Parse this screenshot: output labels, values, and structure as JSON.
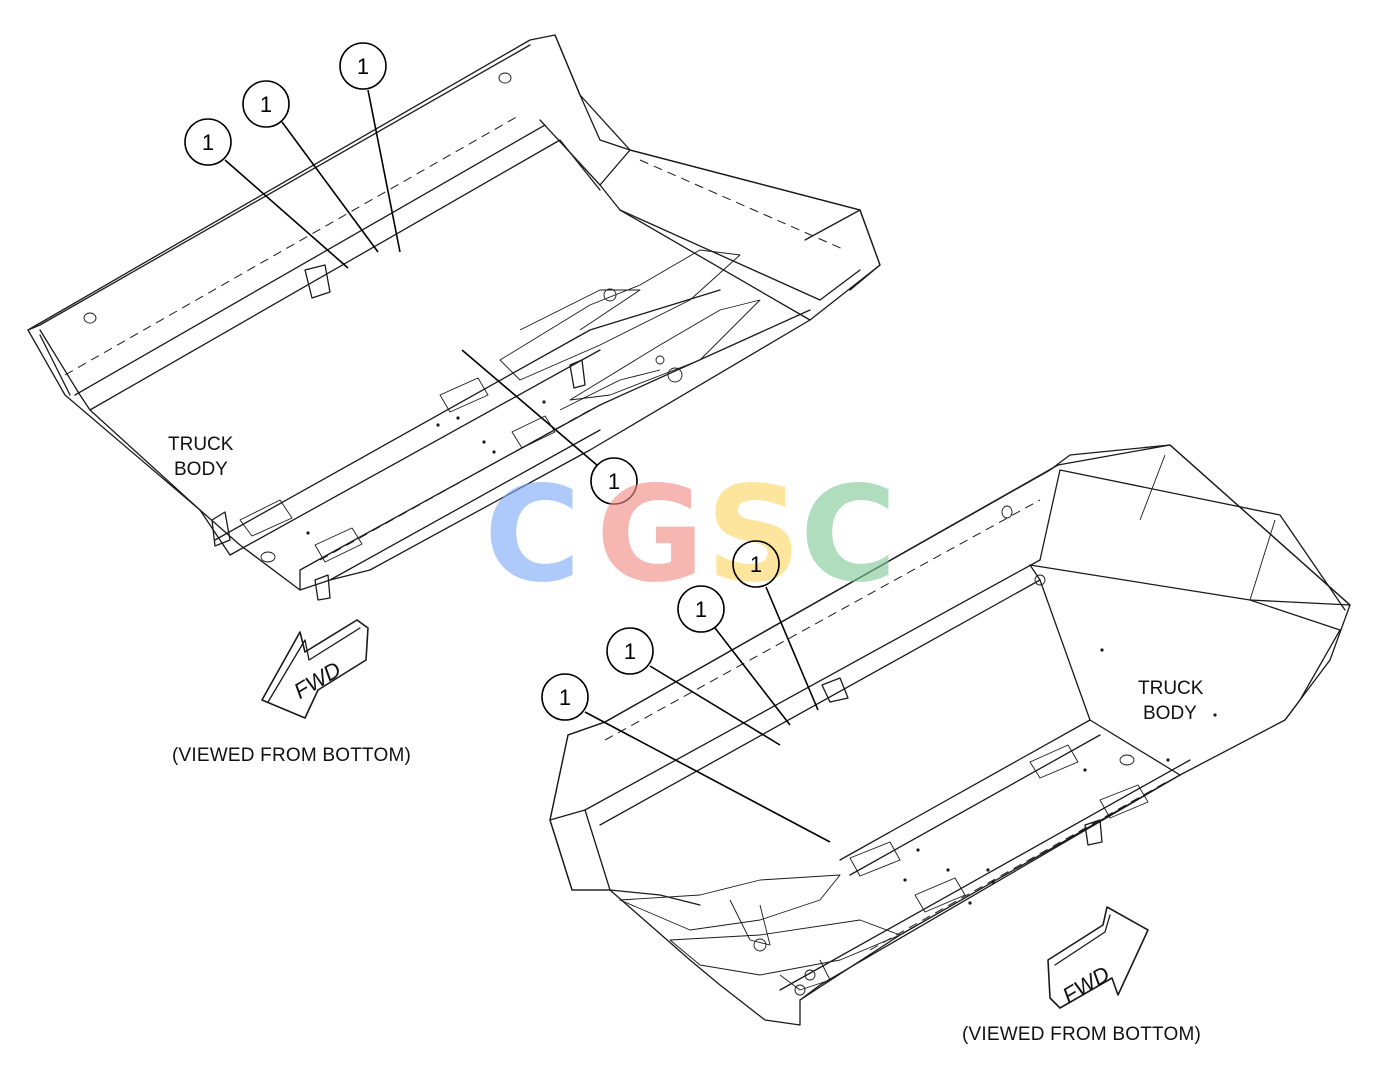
{
  "views": {
    "top": {
      "body_label_line1": "TRUCK",
      "body_label_line2": "BODY",
      "fwd_label": "FWD",
      "viewed_label": "(VIEWED FROM BOTTOM)"
    },
    "bottom": {
      "body_label_line1": "TRUCK",
      "body_label_line2": "BODY",
      "fwd_label": "FWD",
      "viewed_label": "(VIEWED FROM BOTTOM)"
    }
  },
  "callouts": {
    "top_a": "1",
    "top_b": "1",
    "top_c": "1",
    "top_d": "1",
    "bottom_a": "1",
    "bottom_b": "1",
    "bottom_c": "1",
    "bottom_d": "1"
  },
  "watermark": {
    "letter1": "C",
    "letter2": "G",
    "letter3": "S",
    "letter4": "C",
    "colors": [
      "#7baaf7",
      "#f28b82",
      "#fdd663",
      "#81c995"
    ]
  }
}
